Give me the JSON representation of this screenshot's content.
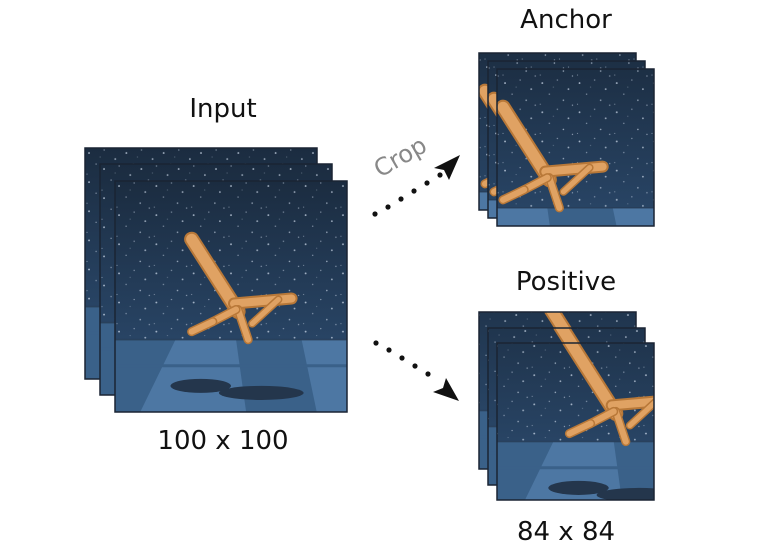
{
  "labels": {
    "input": "Input",
    "anchor": "Anchor",
    "positive": "Positive",
    "input_size": "100 x 100",
    "crop_size": "84 x 84",
    "crop": "Crop"
  },
  "colors": {
    "sky_top": "#1b2c40",
    "sky_bottom": "#2e4f75",
    "floor_light": "#4d77a3",
    "floor_dark": "#3a6189",
    "robot": "#e0a263",
    "robot_shade": "#b87838",
    "shadow": "#24364c",
    "arrow": "#111111",
    "crop_text": "#888888"
  }
}
